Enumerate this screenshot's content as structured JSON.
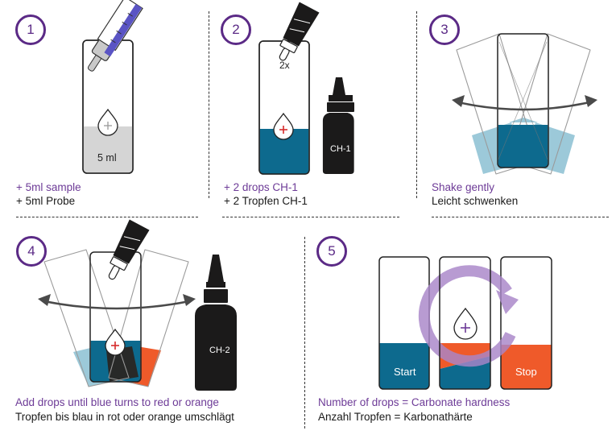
{
  "colors": {
    "accent_purple": "#6d3b97",
    "badge_purple": "#5b2a86",
    "water_blue": "#0d6a8e",
    "light_blue": "#9cc9d9",
    "orange": "#ef5a2a",
    "sample_grey": "#d5d5d5",
    "bottle_black": "#1b1a1a",
    "cycle_lilac": "#a986c9"
  },
  "steps": [
    {
      "number": "1",
      "caption_en": "+ 5ml sample",
      "caption_de": "+ 5ml Probe",
      "vial_label": "5 ml",
      "icons": [
        "syringe-icon",
        "vial-icon",
        "drop-plus-icon"
      ]
    },
    {
      "number": "2",
      "caption_en": "+ 2 drops CH-1",
      "caption_de": "+ 2 Tropfen CH-1",
      "drop_count_label": "2x",
      "bottle_label": "CH-1",
      "icons": [
        "dropper-bottle-icon",
        "vial-icon",
        "drop-plus-icon"
      ]
    },
    {
      "number": "3",
      "caption_en": "Shake gently",
      "caption_de": "Leicht schwenken",
      "icons": [
        "tilted-vials-icon",
        "swing-arrow-icon"
      ]
    },
    {
      "number": "4",
      "caption_en": "Add drops until blue turns to red or orange",
      "caption_de": "Tropfen bis blau in rot oder orange umschlägt",
      "bottle_label": "CH-2",
      "icons": [
        "dropper-bottle-icon",
        "tilted-vials-icon",
        "swing-arrow-icon",
        "drop-plus-icon"
      ]
    },
    {
      "number": "5",
      "caption_en": "Number of drops = Carbonate hardness",
      "caption_de": "Anzahl Tropfen = Karbonathärte",
      "start_label": "Start",
      "stop_label": "Stop",
      "icons": [
        "cycle-arrow-icon",
        "drop-plus-icon"
      ]
    }
  ]
}
